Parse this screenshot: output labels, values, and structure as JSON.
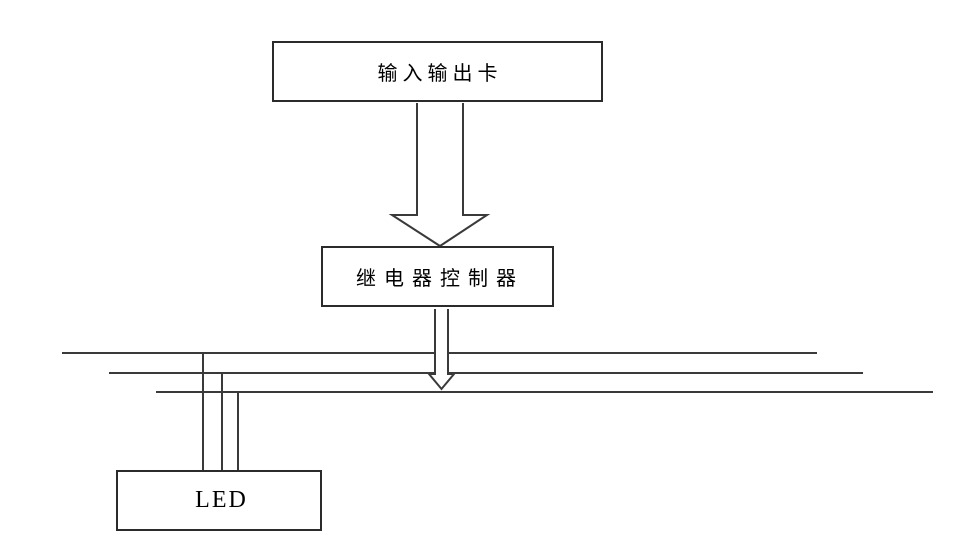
{
  "nodes": {
    "io_card": {
      "label": "输入输出卡"
    },
    "relay_controller": {
      "label": "继电器控制器"
    },
    "led": {
      "label": "LED"
    }
  },
  "connections": [
    {
      "from": "io_card",
      "to": "relay_controller",
      "shape": "large-block-arrow-down"
    },
    {
      "from": "relay_controller",
      "to": "bus",
      "shape": "small-block-arrow-down"
    },
    {
      "from": "bus",
      "to": "led",
      "shape": "three-parallel-drop-lines"
    }
  ],
  "bus": {
    "line_count": 3,
    "orientation": "horizontal"
  },
  "colors": {
    "background": "#ffffff",
    "line": "#3a3a3a",
    "box_border": "#2b2b2b",
    "arrow_fill": "#ffffff",
    "text": "#000000"
  }
}
